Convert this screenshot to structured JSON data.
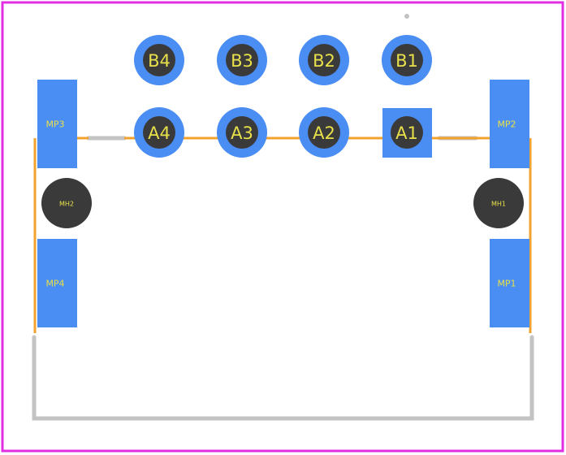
{
  "colors": {
    "courtyard": "#e22ee2",
    "copper": "#4a8df3",
    "drill": "#3a3a3a",
    "silkscreen_text": "#e8e04a",
    "assembly_outline": "#f2a22e",
    "body_outline": "#c3c3c3"
  },
  "pads": {
    "b4": "B4",
    "b3": "B3",
    "b2": "B2",
    "b1": "B1",
    "a4": "A4",
    "a3": "A3",
    "a2": "A2",
    "a1": "A1"
  },
  "mounting_pads": {
    "mp1": "MP1",
    "mp2": "MP2",
    "mp3": "MP3",
    "mp4": "MP4"
  },
  "mounting_holes": {
    "mh1": "MH1",
    "mh2": "MH2"
  }
}
